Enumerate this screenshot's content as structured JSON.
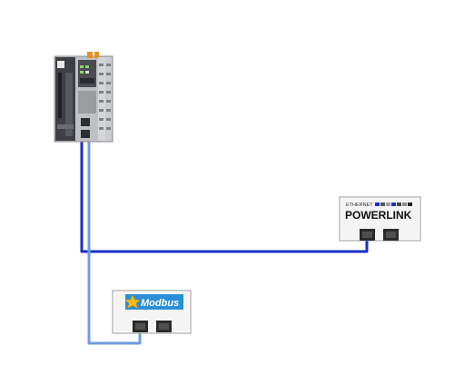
{
  "diagram": {
    "devices": [
      {
        "id": "controller",
        "icon": "plc-controller-icon",
        "label": ""
      },
      {
        "id": "powerlink-module",
        "icon": "powerlink-logo",
        "logo_top_text": "ETHERNET",
        "logo_main_text": "POWERLINK"
      },
      {
        "id": "modbus-module",
        "icon": "modbus-logo",
        "logo_text": "Modbus"
      }
    ],
    "connections": [
      {
        "from": "controller",
        "to": "powerlink-module",
        "color": "#1a2ec8"
      },
      {
        "from": "controller",
        "to": "modbus-module",
        "color": "#6f9be0"
      }
    ],
    "colors": {
      "powerlink_cable": "#1a2ec8",
      "modbus_cable": "#6f9be0",
      "modbus_logo_bg": "#2b8fd6",
      "modbus_star": "#f5b81a"
    }
  }
}
